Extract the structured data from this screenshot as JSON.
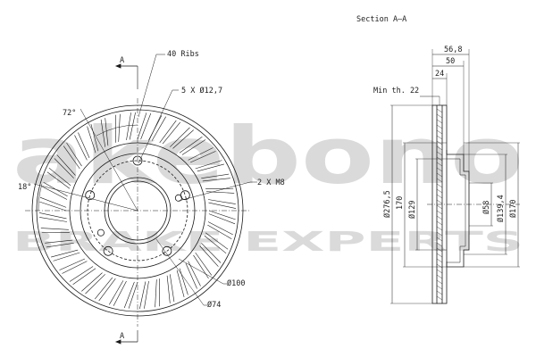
{
  "section_title": "Section A–A",
  "section_marker_top": "A",
  "section_marker_bottom": "A",
  "front": {
    "ribs": "40 Ribs",
    "bolt_holes": "5 X Ø12,7",
    "threads": "2 X M8",
    "angle_big": "72°",
    "angle_small": "18°",
    "pcd": "Ø100",
    "bore": "Ø74"
  },
  "side": {
    "min_thickness": "Min th. 22",
    "dims_top": [
      "56,8",
      "50",
      "24"
    ],
    "dims_left": [
      "Ø276,5",
      "170",
      "Ø129"
    ],
    "dims_right": [
      "Ø58",
      "Ø139,4",
      "Ø170"
    ]
  },
  "watermark": {
    "brand": "akebono",
    "tagline": "BRAKE  EXPERTS"
  },
  "colors": {
    "line": "#1a1a1a",
    "watermark": "#bfbfbf"
  }
}
